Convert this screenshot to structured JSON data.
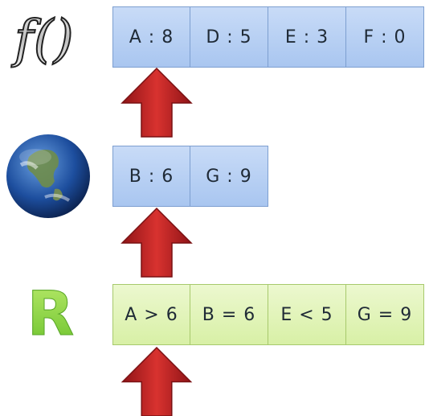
{
  "function_icon": {
    "text": "f()"
  },
  "globe_icon": "earth-globe",
  "r_icon": {
    "text": "R"
  },
  "rows": {
    "function": [
      "A : 8",
      "D : 5",
      "E : 3",
      "F : 0"
    ],
    "world": [
      "B : 6",
      "G : 9"
    ],
    "relation": [
      "A > 6",
      "B = 6",
      "E < 5",
      "G = 9"
    ]
  },
  "colors": {
    "blue_cell": "#b6cff3",
    "green_cell": "#e0f3b8",
    "arrow": "#c9262a",
    "r_letter": "#8fd84a"
  }
}
